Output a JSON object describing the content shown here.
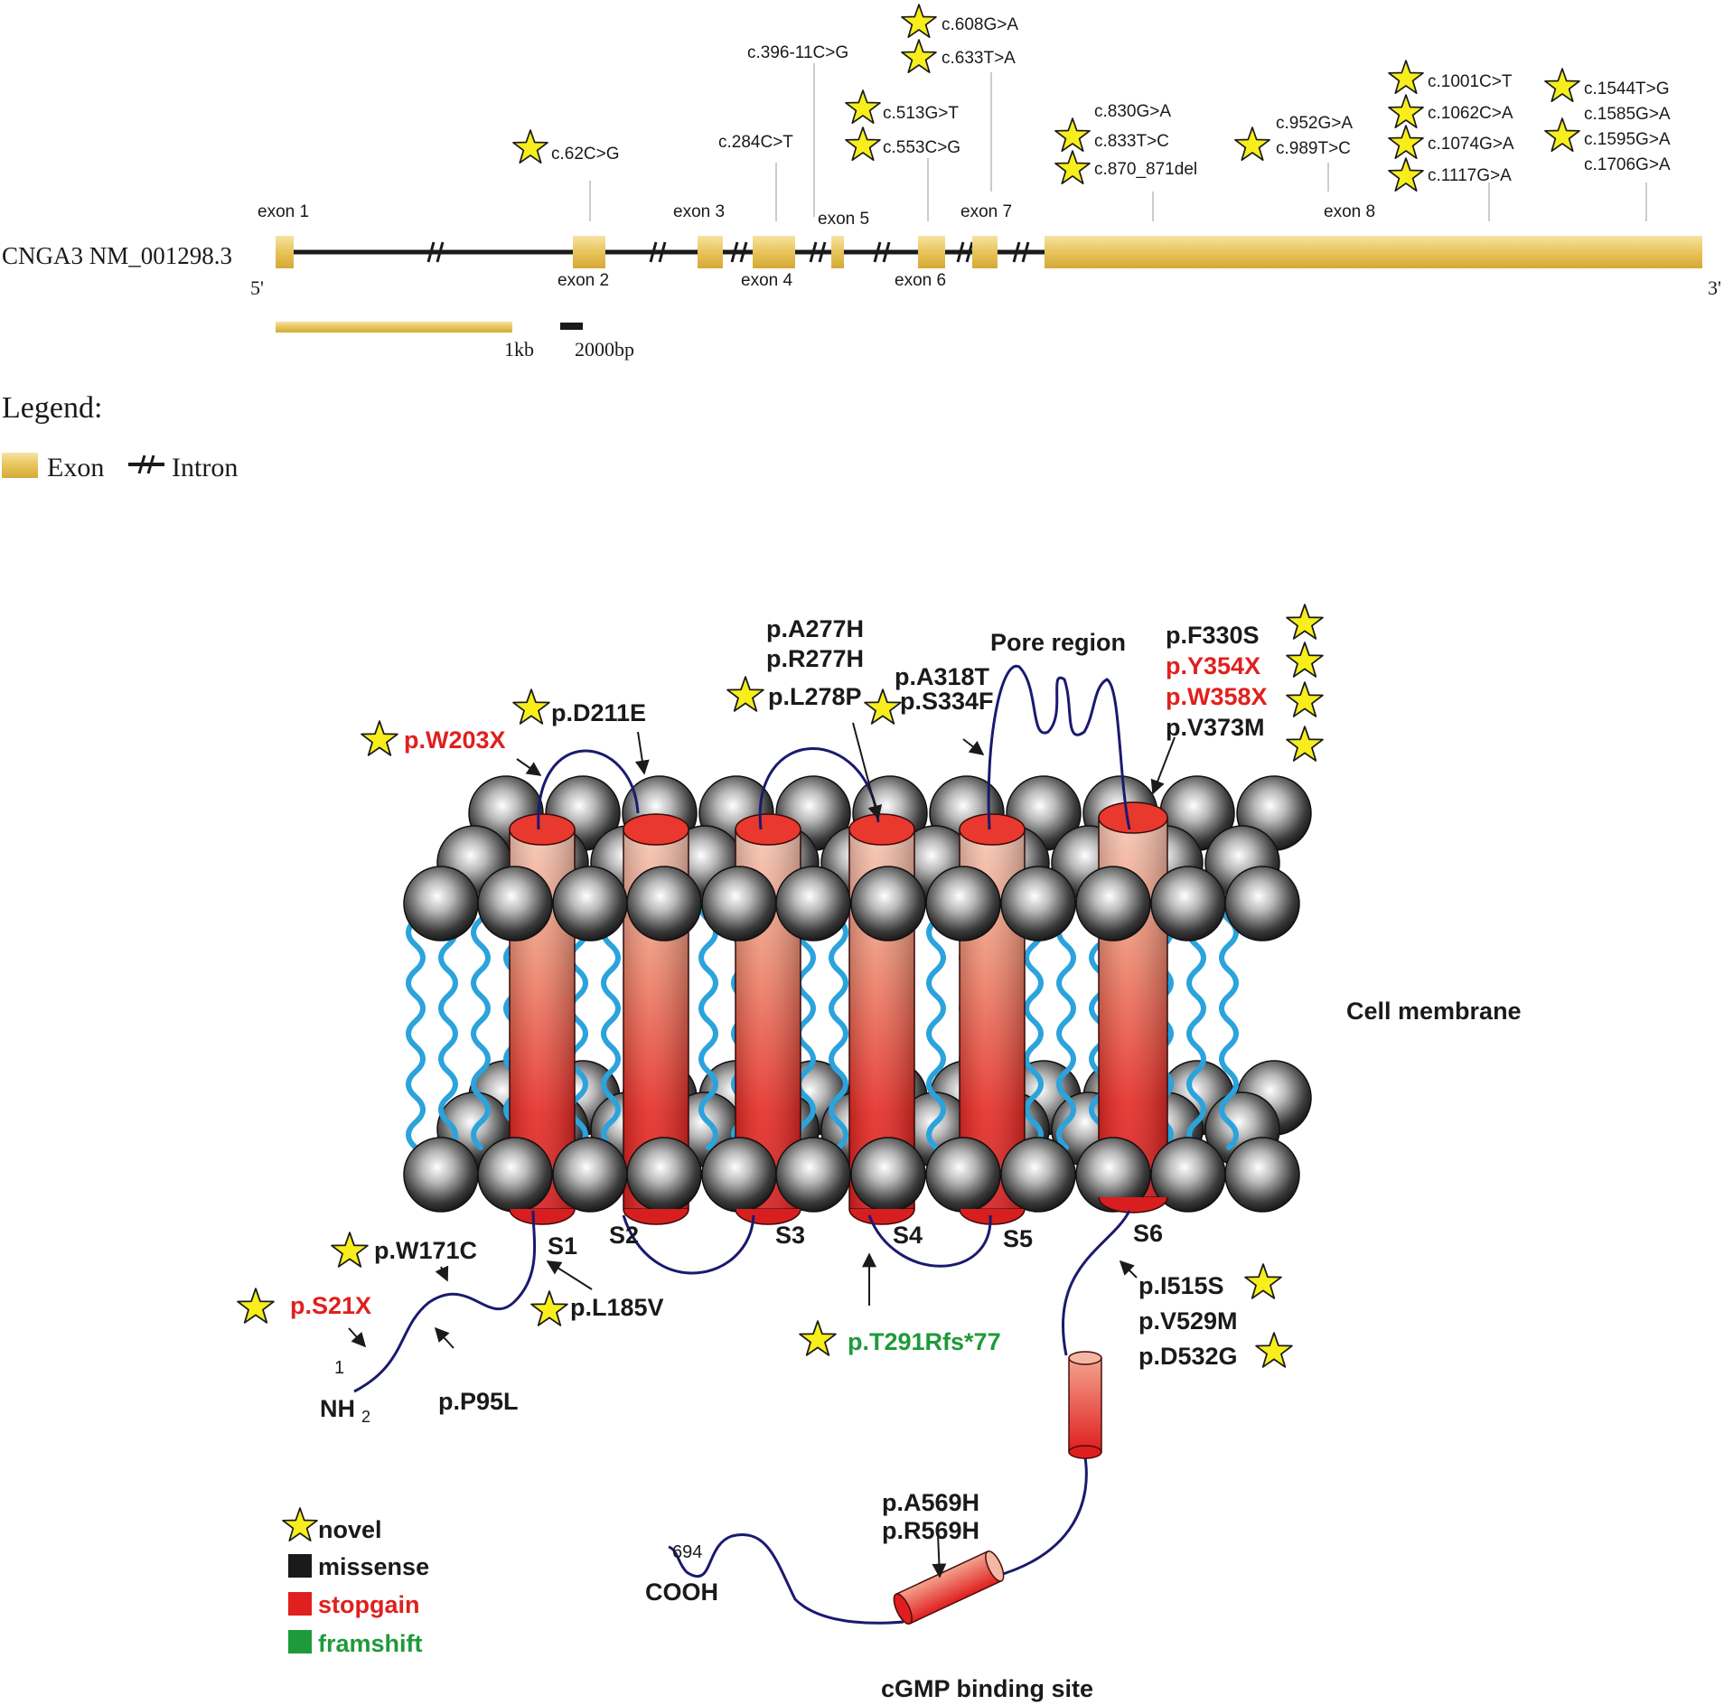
{
  "gene": {
    "name": "CNGA3 NM_001298.3",
    "five_prime": "5'",
    "three_prime": "3'",
    "scale_1kb": "1kb",
    "scale_2000bp": "2000bp",
    "exons": [
      "exon 1",
      "exon 2",
      "exon 3",
      "exon 4",
      "exon 5",
      "exon 6",
      "exon 7",
      "exon 8"
    ]
  },
  "cdna_variants": {
    "c62": "c.62C>G",
    "c284": "c.284C>T",
    "c396": "c.396-11C>G",
    "c513": "c.513G>T",
    "c553": "c.553C>G",
    "c608": "c.608G>A",
    "c633": "c.633T>A",
    "c830": "c.830G>A",
    "c833": "c.833T>C",
    "c870": "c.870_871del",
    "c952": "c.952G>A",
    "c989": "c.989T>C",
    "c1001": "c.1001C>T",
    "c1062": "c.1062C>A",
    "c1074": "c.1074G>A",
    "c1117": "c.1117G>A",
    "c1544": "c.1544T>G",
    "c1585": "c.1585G>A",
    "c1595": "c.1595G>A",
    "c1706": "c.1706G>A"
  },
  "gene_legend": {
    "title": "Legend:",
    "exon": "Exon",
    "intron": "Intron"
  },
  "protein": {
    "pore_region": "Pore region",
    "cell_membrane": "Cell membrane",
    "cgmp_site": "cGMP binding site",
    "segments": [
      "S1",
      "S2",
      "S3",
      "S4",
      "S5",
      "S6"
    ],
    "nh2": "NH",
    "nh2_sub": "2",
    "pos_1": "1",
    "cooh": "COOH",
    "pos_694": "694",
    "variants": {
      "W203X": "p.W203X",
      "D211E": "p.D211E",
      "A277H": "p.A277H",
      "R277H": "p.R277H",
      "L278P": "p.L278P",
      "A318T": "p.A318T",
      "S334F": "p.S334F",
      "F330S": "p.F330S",
      "Y354X": "p.Y354X",
      "W358X": "p.W358X",
      "V373M": "p.V373M",
      "W171C": "p.W171C",
      "S21X": "p.S21X",
      "L185V": "p.L185V",
      "P95L": "p.P95L",
      "T291R": "p.T291Rfs*77",
      "I515S": "p.I515S",
      "V529M": "p.V529M",
      "D532G": "p.D532G",
      "A569H": "p.A569H",
      "R569H": "p.R569H"
    }
  },
  "protein_legend": {
    "novel": "novel",
    "missense": "missense",
    "stopgain": "stopgain",
    "framshift": "framshift"
  },
  "colors": {
    "exon": "#e8c45a",
    "star": "#f7ee1c",
    "stopgain": "#e0201e",
    "framshift": "#1e9a3a",
    "missense": "#1a1a1a",
    "helix": "#e52a24",
    "loop": "#1a1a6e",
    "lipid_tail": "#2ba3dd"
  }
}
